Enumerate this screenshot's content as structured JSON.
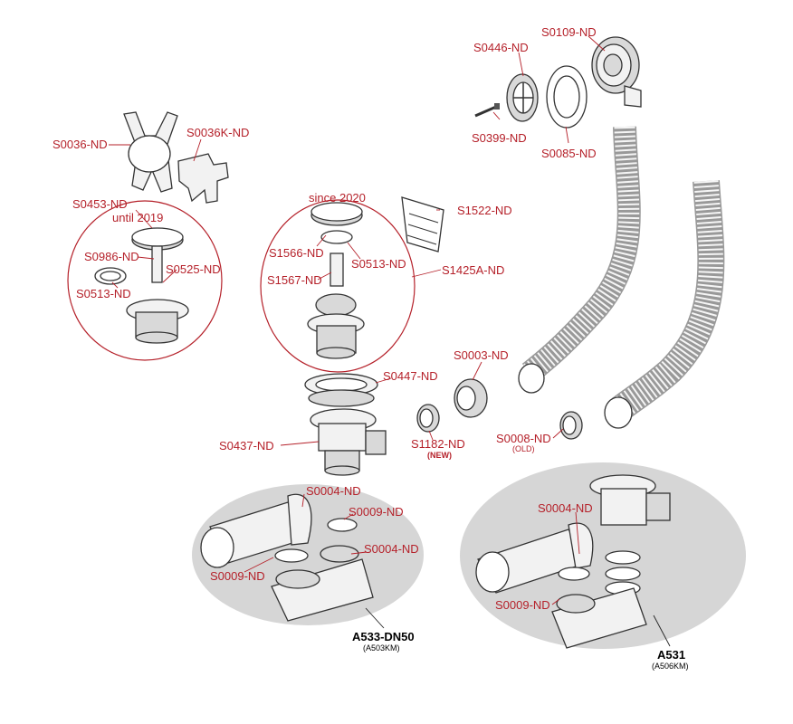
{
  "colors": {
    "label": "#b5212a",
    "callout_circle": "#b5212a",
    "assembly_ellipse": "#d6d6d6",
    "caption": "#000000"
  },
  "labels": {
    "S0109": "S0109-ND",
    "S0446": "S0446-ND",
    "S0399": "S0399-ND",
    "S0085": "S0085-ND",
    "S0036": "S0036-ND",
    "S0036K": "S0036K-ND",
    "S0453": "S0453-ND",
    "S0986": "S0986-ND",
    "S0513_left": "S0513-ND",
    "S0525": "S0525-ND",
    "S1566": "S1566-ND",
    "S0513_mid": "S0513-ND",
    "S1567": "S1567-ND",
    "S1425A": "S1425A-ND",
    "S1522": "S1522-ND",
    "S0447": "S0447-ND",
    "S0003": "S0003-ND",
    "S0437": "S0437-ND",
    "S1182": "S1182-ND",
    "S0008": "S0008-ND",
    "S0004_a": "S0004-ND",
    "S0009_a": "S0009-ND",
    "S0009_b": "S0009-ND",
    "S0004_b": "S0004-ND",
    "S0004_c": "S0004-ND",
    "S0009_c": "S0009-ND"
  },
  "notes": {
    "until_2019": "until 2019",
    "since_2020": "since 2020",
    "new": "(NEW)",
    "old": "(OLD)"
  },
  "assemblies": {
    "a533": {
      "name": "A533-DN50",
      "code": "(A503KM)"
    },
    "a531": {
      "name": "A531",
      "code": "(A506KM)"
    }
  },
  "icons": [
    "screw-icon",
    "flexible-hose-icon",
    "siphon-body-icon",
    "drain-plug-icon"
  ]
}
